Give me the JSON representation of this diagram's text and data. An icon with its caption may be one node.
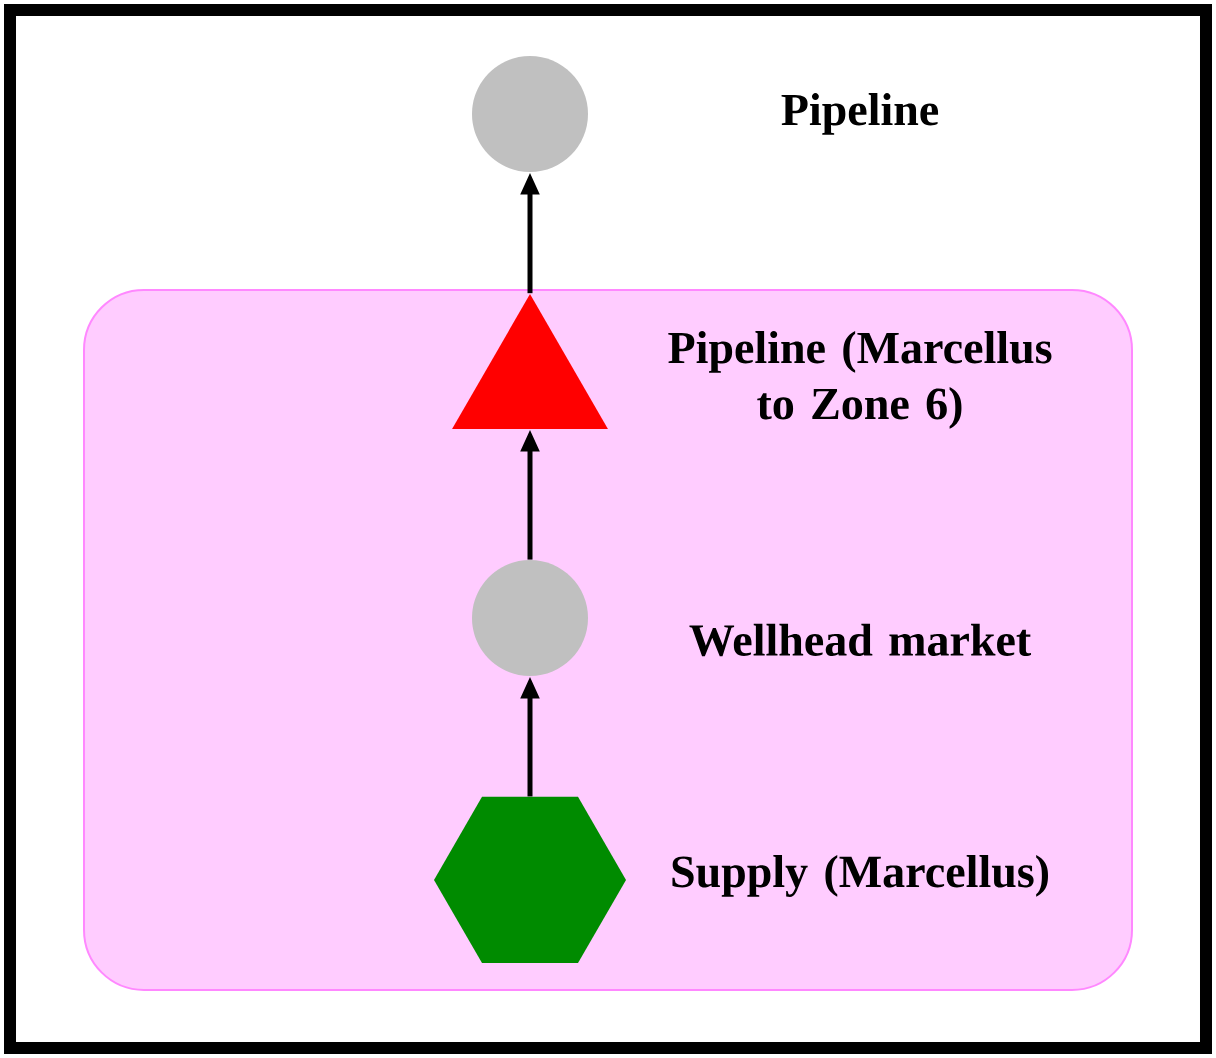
{
  "diagram": {
    "nodes": [
      {
        "text": [],
        "shape": "circle"
      },
      {
        "text": [],
        "shape": "box"
      },
      {
        "text": [],
        "shape": "triangle",
        "in": 1,
        "beside": [
          "Pipeline (Marcellus to Zone 6)"
        ]
      },
      {
        "text": [],
        "shape": "circle",
        "in": 1,
        "beside": [
          "Wellhead market"
        ]
      },
      {
        "text": [],
        "shape": "hexagon",
        "in": 1,
        "beside": [
          "Supply (Marcellus)"
        ]
      }
    ],
    "edges": [
      {
        "from": 4,
        "to": 3,
        "arrow": "to"
      },
      {
        "from": 3,
        "to": 2,
        "arrow": "to"
      },
      {
        "from": 2,
        "to": 0,
        "arrow": "to"
      }
    ],
    "labels": [
      "Pipeline"
    ]
  }
}
